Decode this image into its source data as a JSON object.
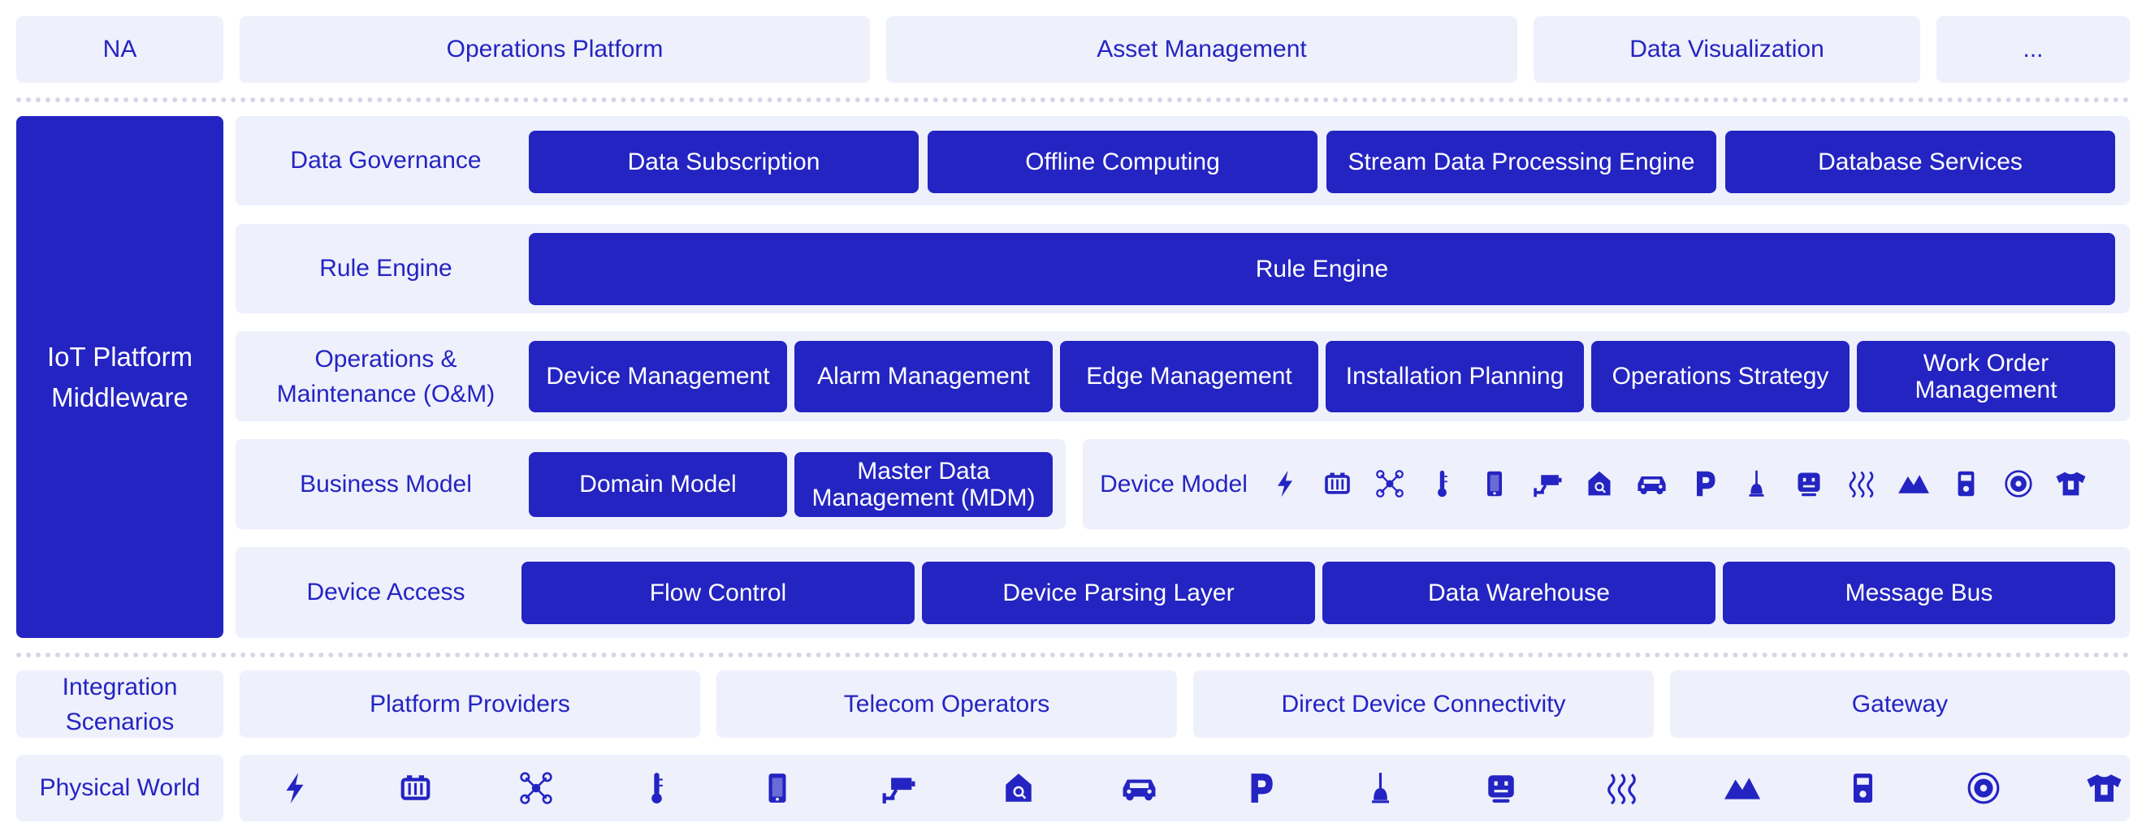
{
  "top_row": [
    "NA",
    "Operations Platform",
    "Asset Management",
    "Data Visualization",
    "..."
  ],
  "middleware": {
    "title": "IoT Platform\nMiddleware"
  },
  "data_governance": {
    "label": "Data Governance",
    "items": [
      "Data Subscription",
      "Offline Computing",
      "Stream Data Processing Engine",
      "Database Services"
    ]
  },
  "rule_engine": {
    "label": "Rule Engine",
    "bar": "Rule Engine"
  },
  "om": {
    "label": "Operations &\nMaintenance (O&M)",
    "items": [
      "Device Management",
      "Alarm Management",
      "Edge Management",
      "Installation Planning",
      "Operations Strategy",
      "Work Order\nManagement"
    ]
  },
  "business_model": {
    "label": "Business Model",
    "items": [
      "Domain Model",
      "Master Data\nManagement (MDM)"
    ]
  },
  "device_model": {
    "label": "Device Model"
  },
  "device_access": {
    "label": "Device Access",
    "items": [
      "Flow Control",
      "Device Parsing Layer",
      "Data Warehouse",
      "Message Bus"
    ]
  },
  "integration": {
    "label": "Integration\nScenarios",
    "items": [
      "Platform Providers",
      "Telecom Operators",
      "Direct Device Connectivity",
      "Gateway"
    ]
  },
  "physical_world": {
    "label": "Physical World"
  },
  "device_icons": [
    "lightning-icon",
    "battery-pack-icon",
    "network-nodes-icon",
    "thermometer-icon",
    "tablet-icon",
    "security-camera-icon",
    "smart-home-icon",
    "car-icon",
    "parking-icon",
    "street-lamp-icon",
    "robot-icon",
    "heat-waves-icon",
    "mountain-icon",
    "meter-icon",
    "disc-icon",
    "tshirt-icon"
  ],
  "colors": {
    "primary": "#2424c2",
    "light_bg": "#eef0fc",
    "divider": "#d4d6e8"
  }
}
